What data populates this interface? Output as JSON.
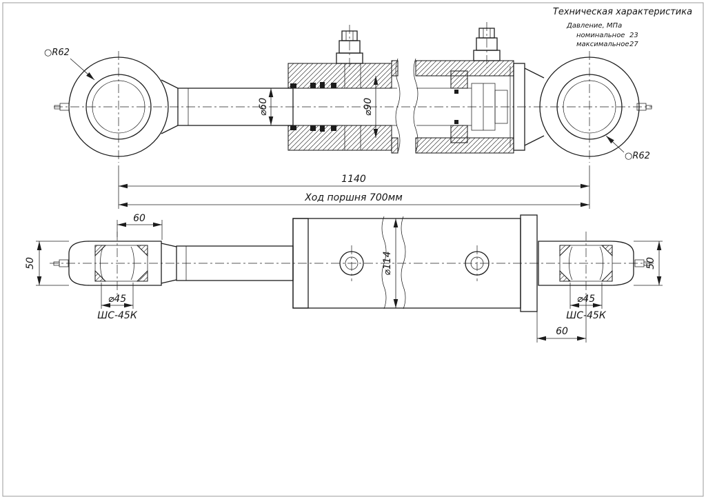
{
  "spec": {
    "title": "Техническая характеристика",
    "pressure_label": "Давление, МПа",
    "nominal_label": "номинальное",
    "nominal_value": "23",
    "maximum_label": "максимальное",
    "maximum_value": "27"
  },
  "top_view": {
    "left_eye_radius": "○R62",
    "right_eye_radius": "○R62",
    "rod_diameter": "⌀60",
    "bore_diameter": "⌀90",
    "overall_length": "1140",
    "stroke": "Ход поршня 700мм"
  },
  "bottom_view": {
    "left_eye_width": "60",
    "left_eye_thickness": "50",
    "left_eye_bore": "⌀45",
    "left_bearing": "ШС-45К",
    "cylinder_diameter": "⌀114",
    "right_eye_bore": "⌀45",
    "right_bearing": "ШС-45К",
    "right_eye_offset": "60",
    "right_eye_thickness": "50"
  }
}
